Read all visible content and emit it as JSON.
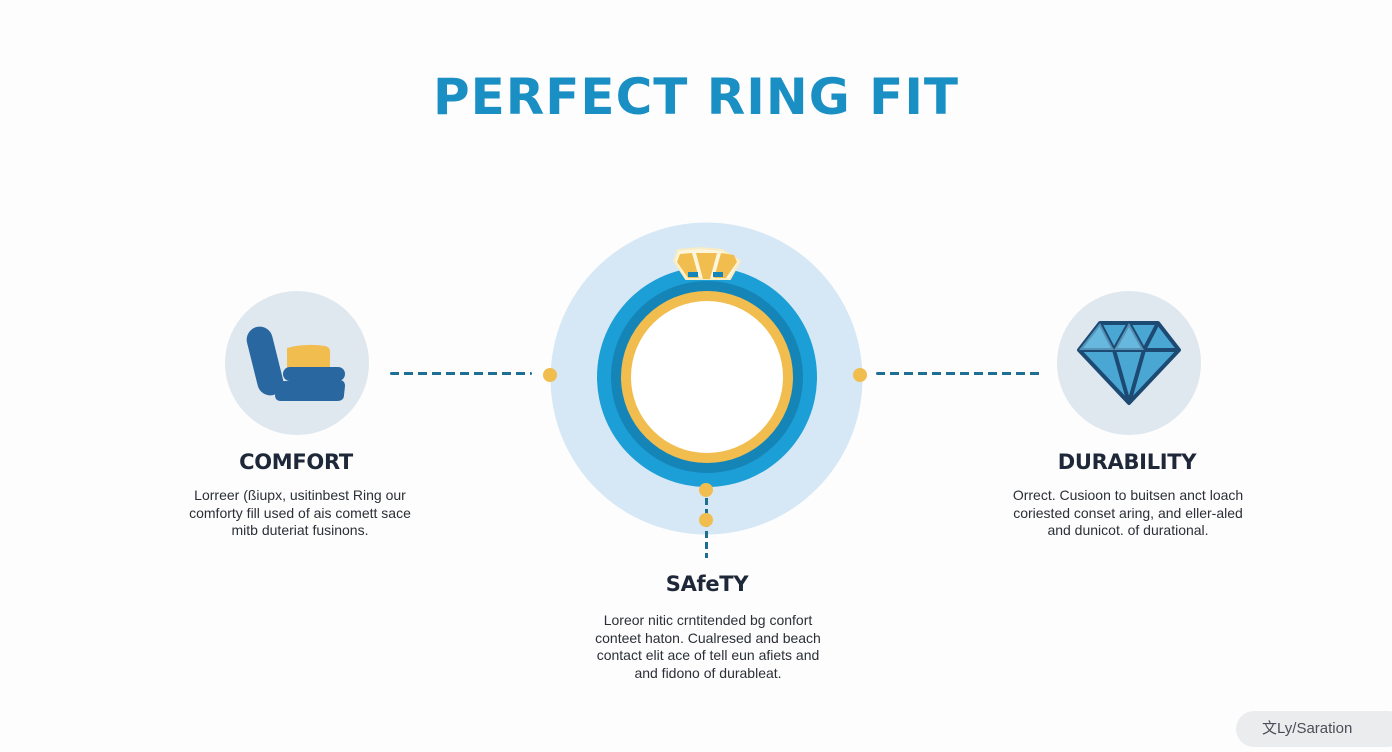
{
  "title": "PERFECT RING FIT",
  "colors": {
    "title": "#1a8fc4",
    "ring_blue": "#1c9fd6",
    "ring_blue_dark": "#1585b8",
    "gold": "#f1bd4f",
    "halo": "#d6e8f5",
    "icon_bg": "#dfe7ef",
    "connector": "#1f6f95",
    "heading": "#1e2838"
  },
  "sections": {
    "comfort": {
      "icon": "seat-cushion-icon",
      "heading": "COMFORT",
      "lines": [
        "Lorreer (ßiupx, usitinbest Ring our",
        "comforty fill used of ais comett sace",
        "mitb duteriat fusinons."
      ]
    },
    "durability": {
      "icon": "diamond-icon",
      "heading": "DURABILITY",
      "lines": [
        "Orrect. Cusioon to buitsen anct loach",
        "coriested conset aring, and eller-aled",
        "and dunicot. of durational."
      ]
    },
    "safety": {
      "icon": "ring-icon",
      "heading": "SAfeTY",
      "lines": [
        "Loreor nitic crntitended bg confort",
        "conteet haton. Cualresed and beach",
        "contact elit ace of tell eun afiets and",
        "and fidono of durableat."
      ]
    }
  },
  "center": {
    "icon": "gold-ring-icon"
  },
  "badge": {
    "label": "文Ly/Saration"
  }
}
